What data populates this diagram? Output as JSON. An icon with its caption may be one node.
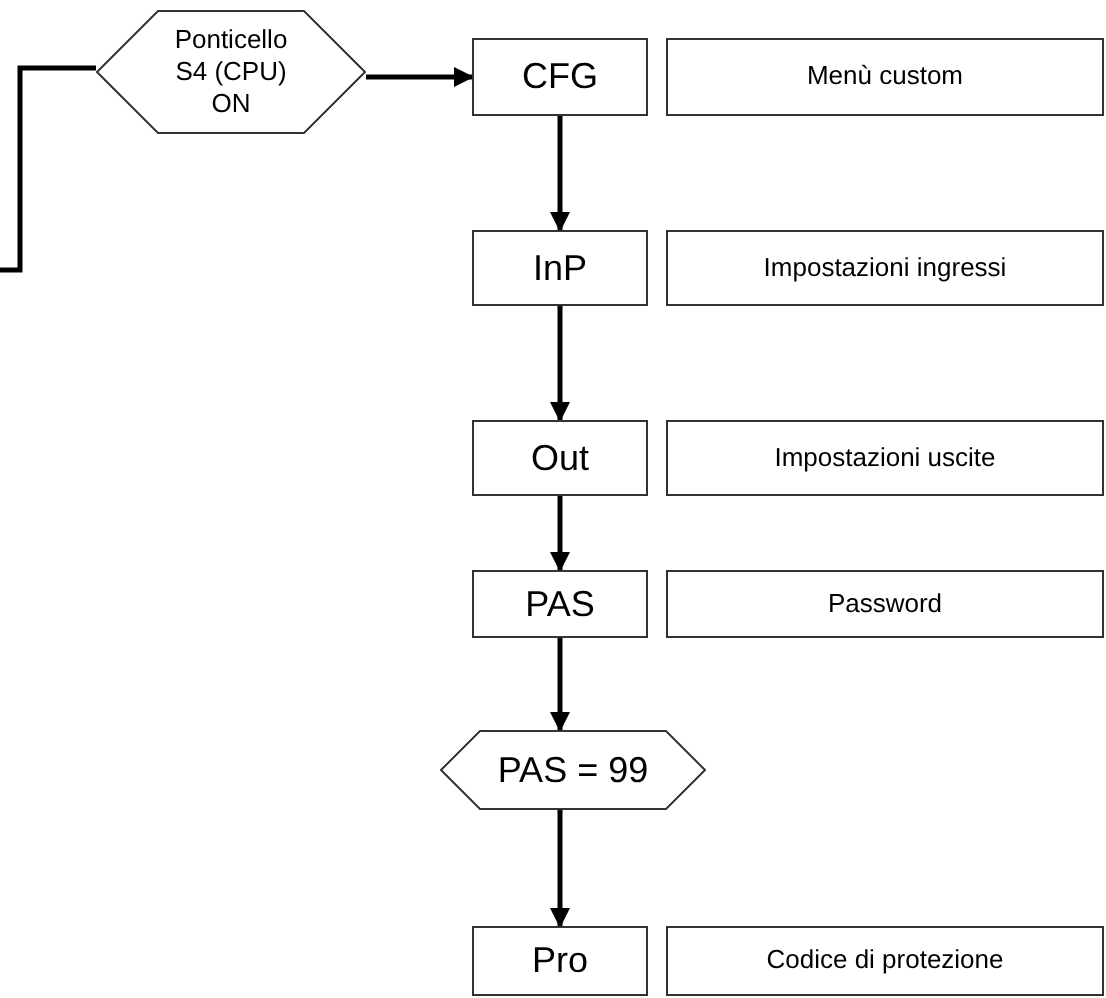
{
  "diagram": {
    "nodes": [
      {
        "text": [
          "Ponticello S4 (CPU) ON"
        ]
      },
      {
        "text": [
          "CFG"
        ]
      },
      {
        "text": [
          "Menù custom"
        ]
      },
      {
        "text": [
          "InP"
        ]
      },
      {
        "text": [
          "Impostazioni ingressi"
        ]
      },
      {
        "text": [
          "Out"
        ]
      },
      {
        "text": [
          "Impostazioni uscite"
        ]
      },
      {
        "text": [
          "PAS"
        ]
      },
      {
        "text": [
          "Password"
        ]
      },
      {
        "text": [
          "PAS = 99"
        ]
      },
      {
        "text": [
          "Pro"
        ]
      },
      {
        "text": [
          "Codice di protezione"
        ]
      }
    ],
    "edges": [
      {
        "from": null,
        "to": 0,
        "arrow": "none"
      },
      {
        "from": 0,
        "to": 1,
        "arrow": "to"
      },
      {
        "from": 1,
        "to": 3,
        "arrow": "to"
      },
      {
        "from": 3,
        "to": 5,
        "arrow": "to"
      },
      {
        "from": 5,
        "to": 7,
        "arrow": "to"
      },
      {
        "from": 7,
        "to": 9,
        "arrow": "to"
      },
      {
        "from": 9,
        "to": 10,
        "arrow": "to"
      }
    ]
  }
}
